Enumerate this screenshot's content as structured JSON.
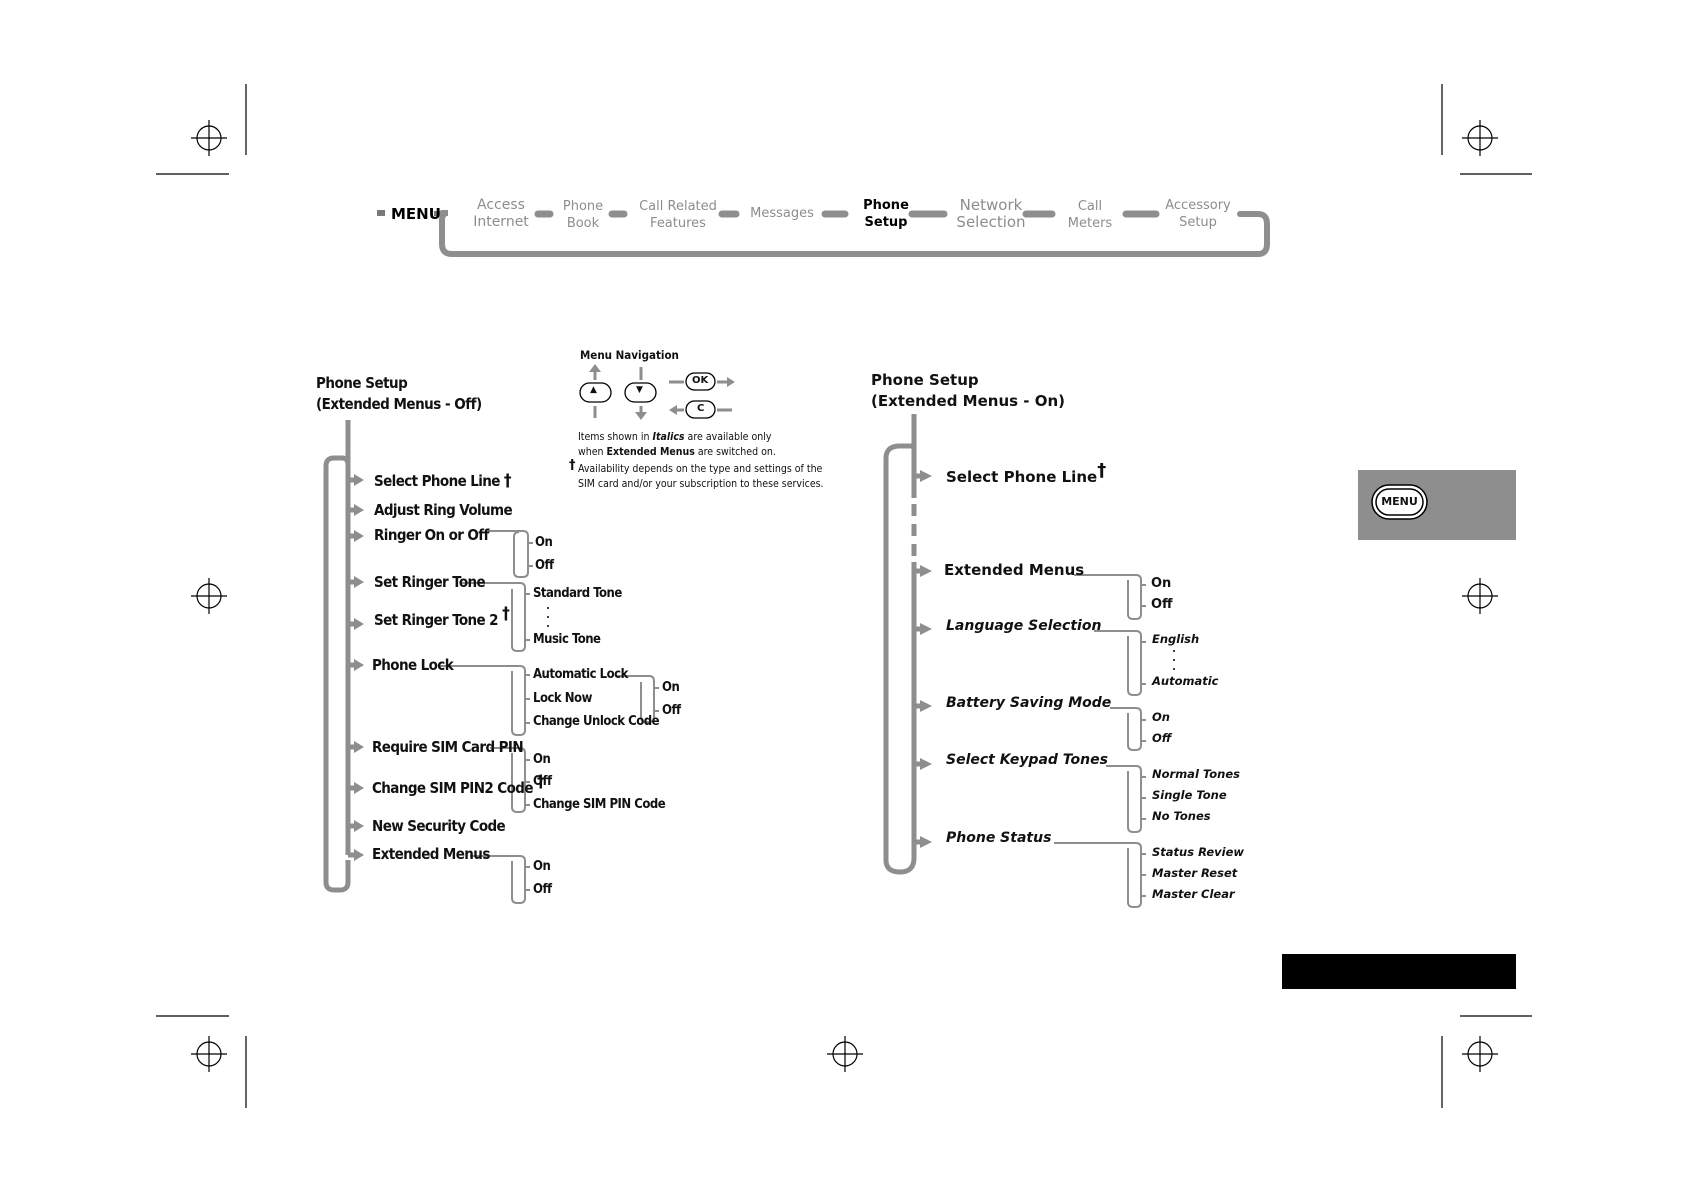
{
  "menu_bar": {
    "root": "MENU",
    "items": [
      {
        "line1": "Access",
        "line2": "Internet",
        "active": false
      },
      {
        "line1": "Phone",
        "line2": "Book",
        "active": false
      },
      {
        "line1": "Call Related",
        "line2": "Features",
        "active": false
      },
      {
        "line1": "Messages",
        "line2": "",
        "active": false
      },
      {
        "line1": "Phone",
        "line2": "Setup",
        "active": true
      },
      {
        "line1": "Network",
        "line2": "Selection",
        "active": false
      },
      {
        "line1": "Call",
        "line2": "Meters",
        "active": false
      },
      {
        "line1": "Accessory",
        "line2": "Setup",
        "active": false
      }
    ]
  },
  "legend": {
    "title": "Menu Navigation",
    "up_key": "▲",
    "down_key": "▼",
    "ok_key": "OK",
    "c_key": "C",
    "italics_note_pre": "Items shown in ",
    "italics_word": "Italics",
    "italics_note_post": " are available only",
    "italics_note_line2_pre": "when ",
    "italics_note_line2_bold": "Extended Menus",
    "italics_note_line2_post": " are switched on.",
    "dagger": "†",
    "availability_line1": "Availability depends on the type and settings of the",
    "availability_line2": "SIM card and/or your subscription to these services."
  },
  "side_tab": {
    "label": "MENU"
  },
  "left_tree": {
    "title_line1": "Phone Setup",
    "title_line2": "(Extended Menus - Off)",
    "items": {
      "select_phone_line": "Select Phone Line",
      "adjust_ring_volume": "Adjust Ring Volume",
      "ringer_on_off": "Ringer On or Off",
      "set_ringer_tone": "Set Ringer Tone",
      "set_ringer_tone_2": "Set Ringer Tone 2",
      "phone_lock": "Phone Lock",
      "require_sim_pin": "Require SIM Card PIN",
      "change_sim_pin2": "Change SIM PIN2 Code",
      "new_security_code": "New Security Code",
      "extended_menus": "Extended Menus"
    },
    "sub": {
      "ringer_on": "On",
      "ringer_off": "Off",
      "standard_tone": "Standard Tone",
      "music_tone": "Music Tone",
      "automatic_lock": "Automatic Lock",
      "lock_now": "Lock Now",
      "change_unlock_code": "Change Unlock Code",
      "auto_on": "On",
      "auto_off": "Off",
      "pin_on": "On",
      "pin_off": "Off",
      "change_sim_pin": "Change SIM PIN Code",
      "ext_on": "On",
      "ext_off": "Off"
    },
    "dagger": "†"
  },
  "right_tree": {
    "title_line1": "Phone Setup",
    "title_line2": "(Extended Menus - On)",
    "items": {
      "select_phone_line": "Select Phone Line",
      "extended_menus": "Extended Menus",
      "language_selection": "Language Selection",
      "battery_saving_mode": "Battery Saving Mode",
      "select_keypad_tones": "Select Keypad Tones",
      "phone_status": "Phone Status"
    },
    "sub": {
      "ext_on": "On",
      "ext_off": "Off",
      "english": "English",
      "automatic": "Automatic",
      "bat_on": "On",
      "bat_off": "Off",
      "normal_tones": "Normal Tones",
      "single_tone": "Single Tone",
      "no_tones": "No Tones",
      "status_review": "Status Review",
      "master_reset": "Master Reset",
      "master_clear": "Master Clear"
    },
    "dagger": "†"
  }
}
